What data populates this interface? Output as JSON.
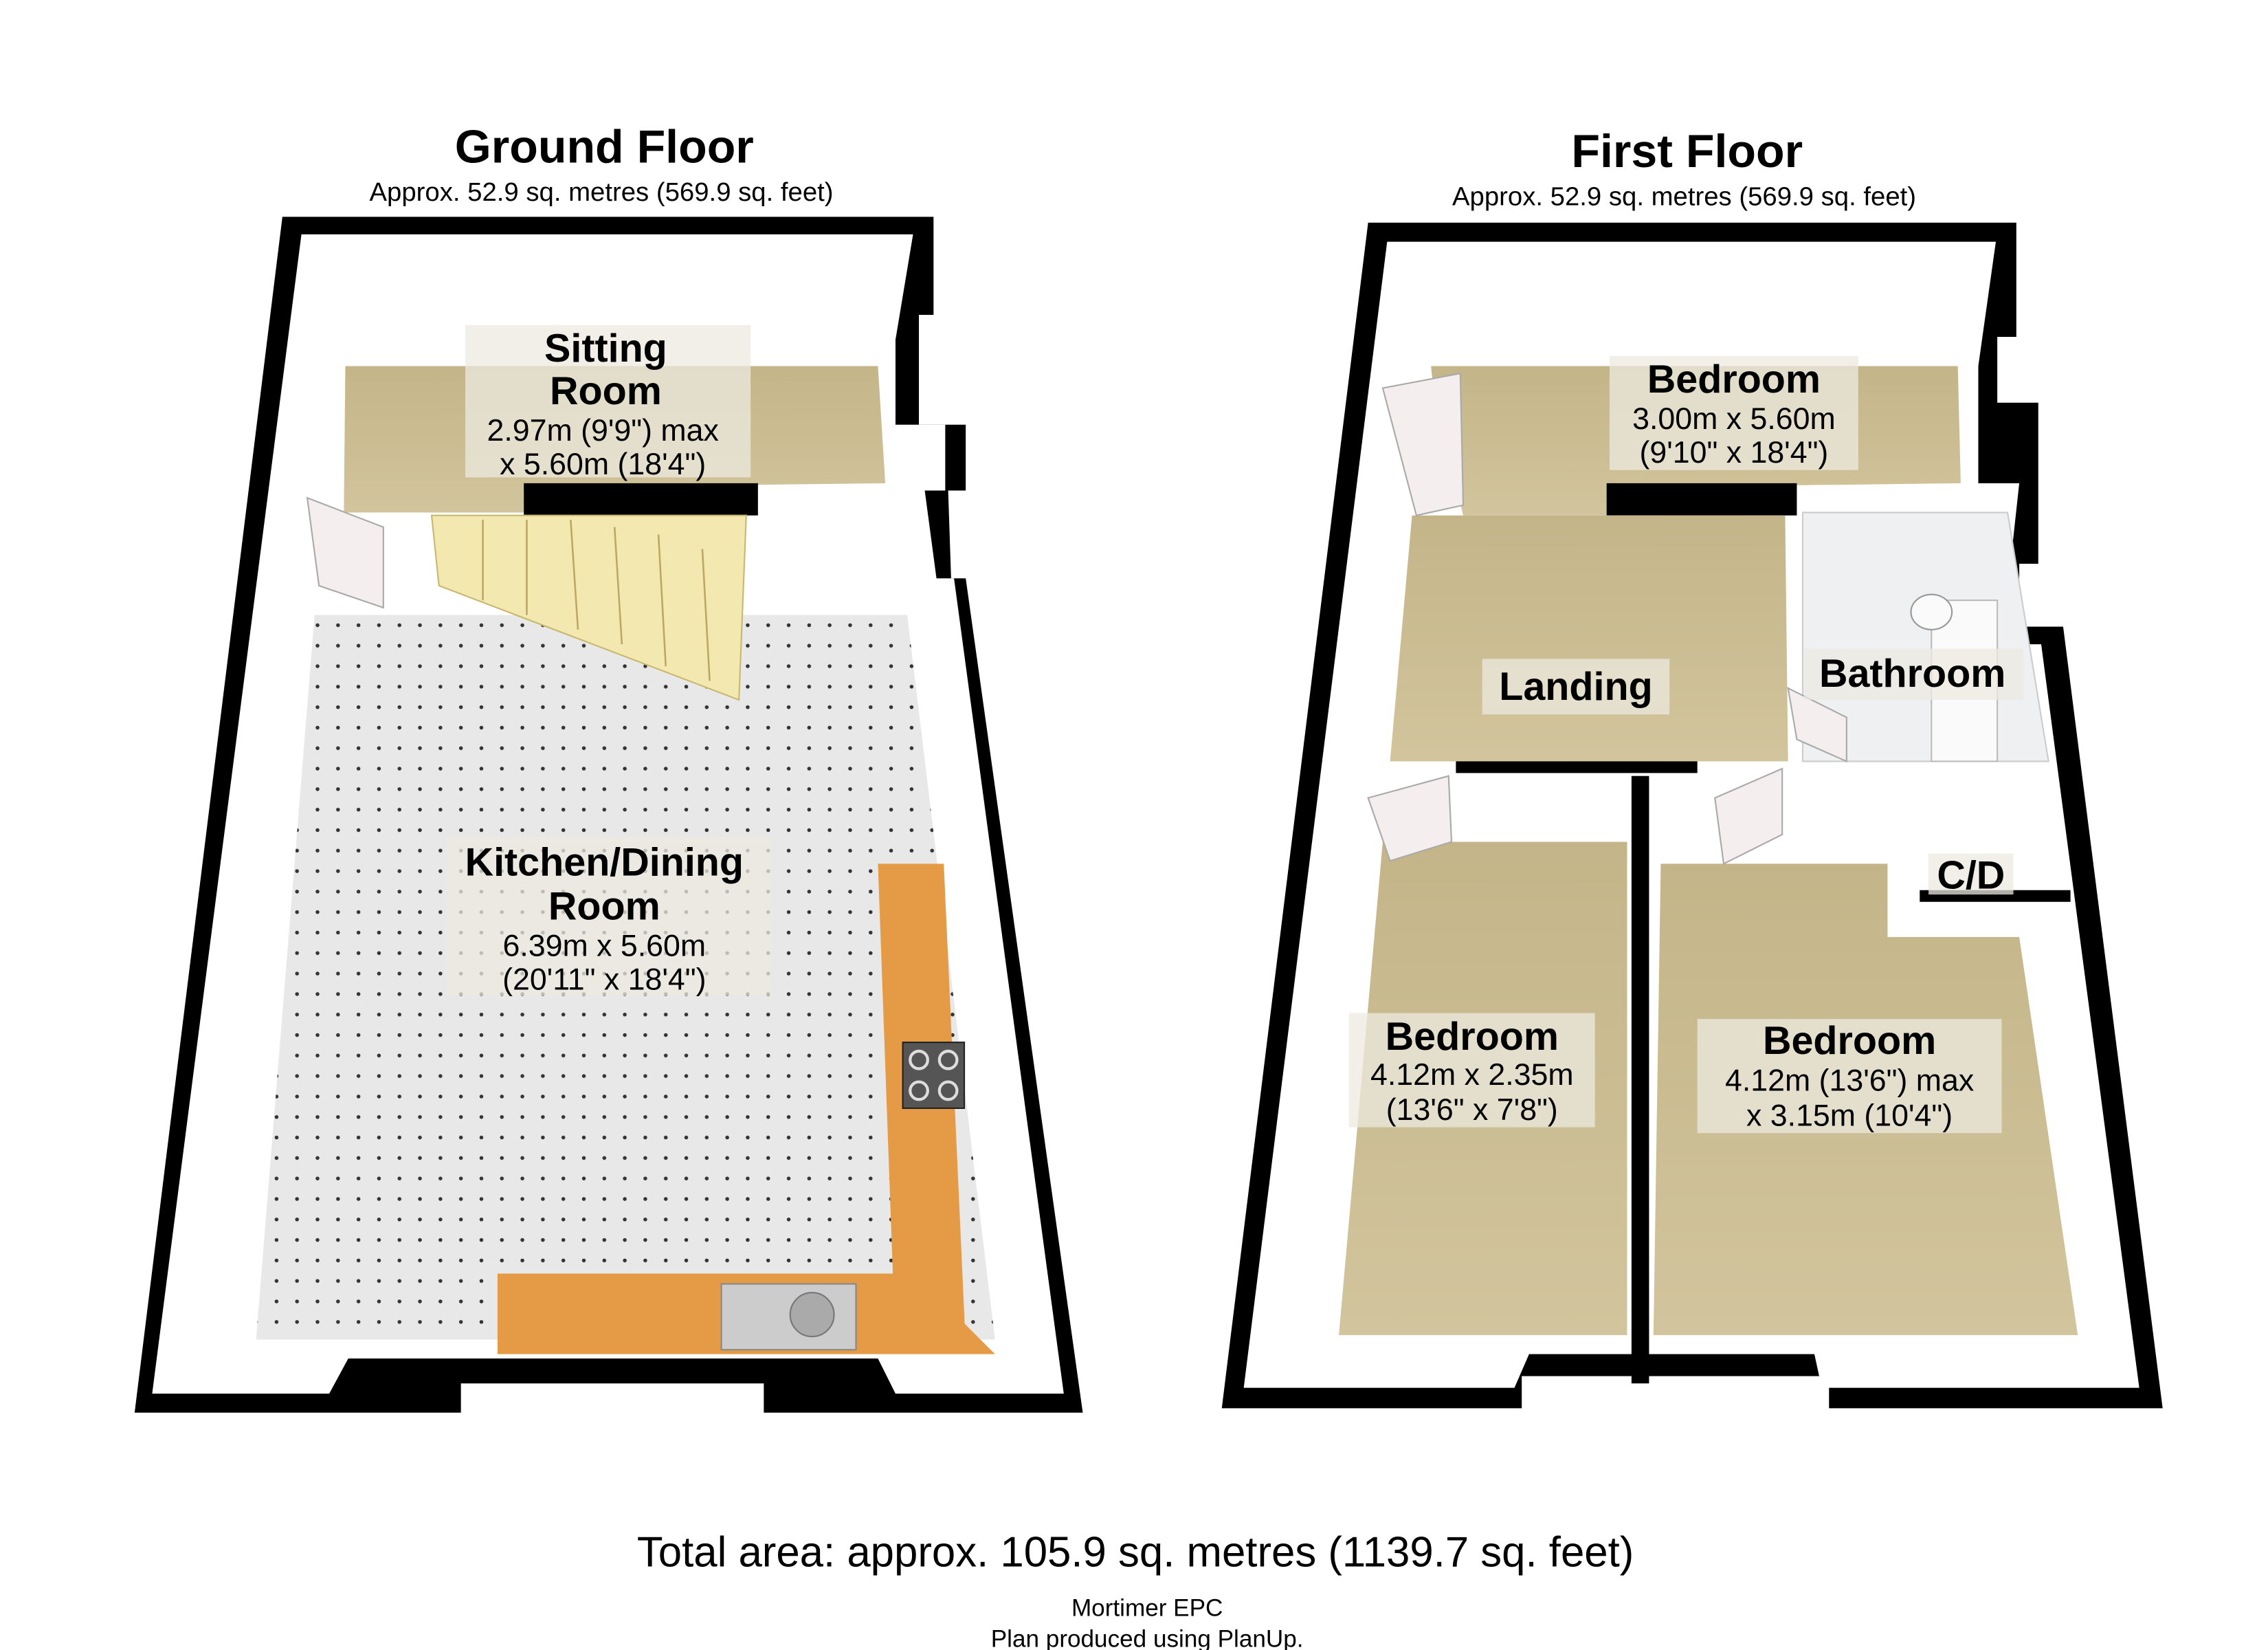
{
  "ground_floor": {
    "title": "Ground Floor",
    "area": "Approx. 52.9 sq. metres (569.9 sq. feet)",
    "rooms": [
      {
        "name_lines": [
          "Sitting",
          "Room"
        ],
        "dim_lines": [
          "2.97m (9'9\") max",
          "x 5.60m (18'4\")"
        ]
      },
      {
        "name_lines": [
          "Kitchen/Dining",
          "Room"
        ],
        "dim_lines": [
          "6.39m x 5.60m",
          "(20'11\" x 18'4\")"
        ]
      }
    ]
  },
  "first_floor": {
    "title": "First Floor",
    "area": "Approx. 52.9 sq. metres (569.9 sq. feet)",
    "rooms": [
      {
        "name_lines": [
          "Bedroom"
        ],
        "dim_lines": [
          "3.00m x 5.60m",
          "(9'10\" x 18'4\")"
        ]
      },
      {
        "name_lines": [
          "Landing"
        ],
        "dim_lines": []
      },
      {
        "name_lines": [
          "Bathroom"
        ],
        "dim_lines": []
      },
      {
        "name_lines": [
          "C/D"
        ],
        "dim_lines": []
      },
      {
        "name_lines": [
          "Bedroom"
        ],
        "dim_lines": [
          "4.12m x 2.35m",
          "(13'6\" x 7'8\")"
        ]
      },
      {
        "name_lines": [
          "Bedroom"
        ],
        "dim_lines": [
          "4.12m (13'6\") max",
          "x 3.15m (10'4\")"
        ]
      }
    ]
  },
  "footer": {
    "total": "Total area: approx. 105.9 sq. metres (1139.7 sq. feet)",
    "company": "Mortimer EPC",
    "credit": "Plan produced using PlanUp."
  },
  "colors": {
    "carpet": "#c9b98a",
    "tile": "#e6e6e6",
    "wall": "#000000",
    "worktop": "#e59a45"
  }
}
